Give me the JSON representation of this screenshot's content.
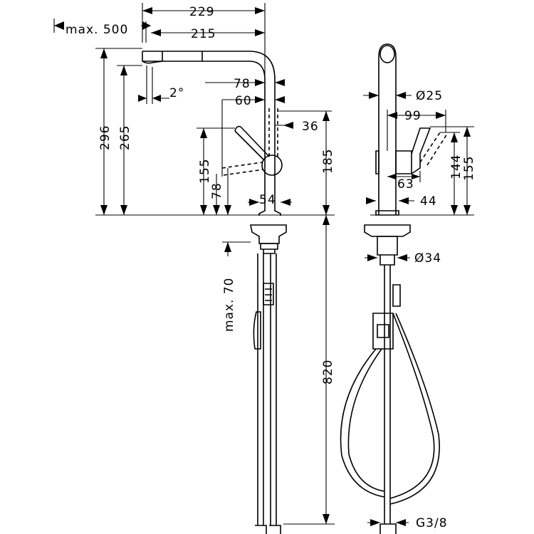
{
  "dimensions": {
    "d229": "229",
    "max500": "max. 500",
    "d215": "215",
    "d296": "296",
    "d265": "265",
    "d2deg": "2°",
    "d78a": "78",
    "d60": "60",
    "d36": "36",
    "d155a": "155",
    "d78b": "78",
    "d185": "185",
    "d54": "54",
    "max70": "max. 70",
    "d820": "820",
    "d25": "Ø25",
    "d99": "99",
    "d144": "144",
    "d155b": "155",
    "d63": "63",
    "d44": "44",
    "d34": "Ø34",
    "g38": "G3/8"
  }
}
